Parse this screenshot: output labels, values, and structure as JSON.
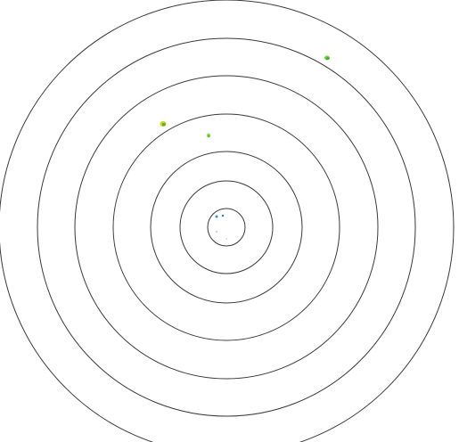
{
  "board": {
    "ring_count": 7,
    "ring_color": "#3a3a3a",
    "background_color": "#ffffff"
  },
  "markers": [
    {
      "name": "green-marker-top-right",
      "color": "#6fd23a",
      "accent": "#2f9a2f"
    },
    {
      "name": "yellow-green-marker-left",
      "color": "#c8d41e",
      "accent": "#3aa53a"
    },
    {
      "name": "green-marker-middle",
      "color": "#8fe04a",
      "accent": "#4cae3c"
    },
    {
      "name": "blue-marker-center-a",
      "color": "#4a9bd6",
      "accent": "#2f79b8"
    },
    {
      "name": "blue-marker-center-b",
      "color": "#3f83c9",
      "accent": "#2b6aa8"
    },
    {
      "name": "faint-marker-center-c",
      "color": "#b7c9d8",
      "accent": "#9fb4c5"
    },
    {
      "name": "faint-marker-center-d",
      "color": "#c9c9c9",
      "accent": "#b0b0b0"
    }
  ]
}
